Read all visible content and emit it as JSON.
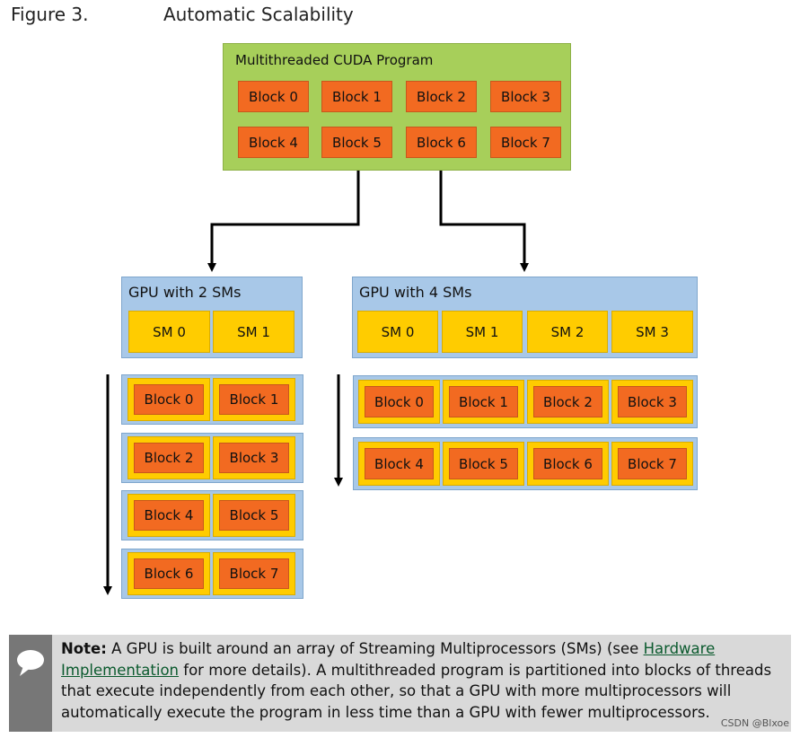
{
  "figure": {
    "number": "Figure 3.",
    "title": "Automatic Scalability"
  },
  "program": {
    "label": "Multithreaded CUDA Program",
    "blocks": [
      "Block 0",
      "Block 1",
      "Block 2",
      "Block 3",
      "Block 4",
      "Block 5",
      "Block 6",
      "Block 7"
    ]
  },
  "gpu2": {
    "label": "GPU with 2 SMs",
    "sms": [
      "SM 0",
      "SM 1"
    ],
    "rows": [
      [
        "Block 0",
        "Block 1"
      ],
      [
        "Block 2",
        "Block 3"
      ],
      [
        "Block 4",
        "Block 5"
      ],
      [
        "Block 6",
        "Block 7"
      ]
    ]
  },
  "gpu4": {
    "label": "GPU with 4 SMs",
    "sms": [
      "SM 0",
      "SM 1",
      "SM 2",
      "SM 3"
    ],
    "rows": [
      [
        "Block 0",
        "Block 1",
        "Block 2",
        "Block 3"
      ],
      [
        "Block 4",
        "Block 5",
        "Block 6",
        "Block 7"
      ]
    ]
  },
  "note": {
    "label": "Note:",
    "text_before_link": " A GPU is built around an array of Streaming Multiprocessors (SMs) (see ",
    "link_text": "Hardware Implementation",
    "text_after_link": " for more details). A multithreaded program is partitioned into blocks of threads that execute independently from each other, so that a GPU with more multiprocessors will automatically execute the program in less time than a GPU with fewer multiprocessors."
  },
  "watermark": "CSDN @Blxoe",
  "colors": {
    "program_bg": "#a7cf5a",
    "block_bg": "#f26a21",
    "gpu_bg": "#a8c8e8",
    "sm_bg": "#ffcc00",
    "note_bg": "#d9d9d9"
  }
}
